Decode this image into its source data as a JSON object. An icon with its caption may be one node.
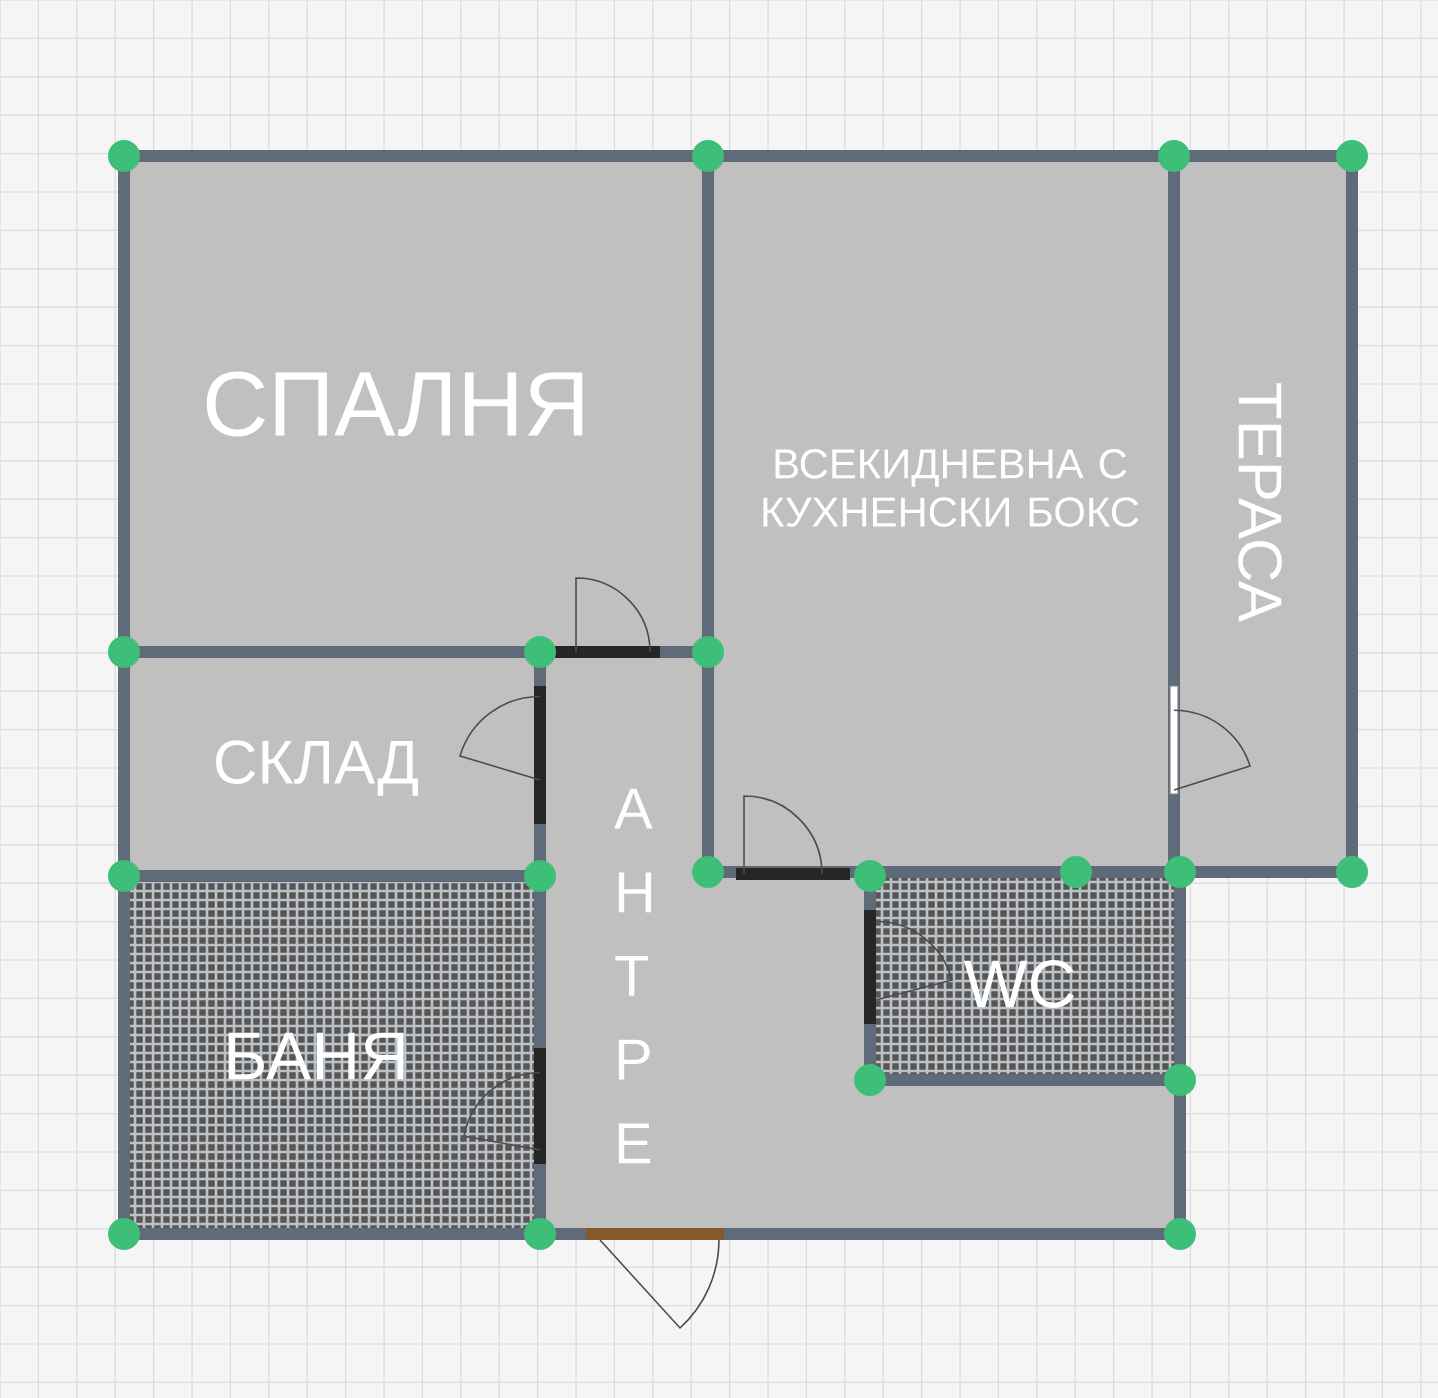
{
  "diagram": {
    "nodes": [
      {
        "text": [
          "СПАЛНЯ"
        ]
      },
      {
        "text": [
          "ВСЕКИДНЕВНА С КУХНЕНСКИ БОКС"
        ]
      },
      {
        "text": [
          "ТЕРАСА"
        ]
      },
      {
        "text": [
          "СКЛАД"
        ]
      },
      {
        "text": [
          "АНТРЕ"
        ]
      },
      {
        "text": [
          "БАНЯ"
        ]
      },
      {
        "text": [
          "WC"
        ]
      }
    ]
  }
}
